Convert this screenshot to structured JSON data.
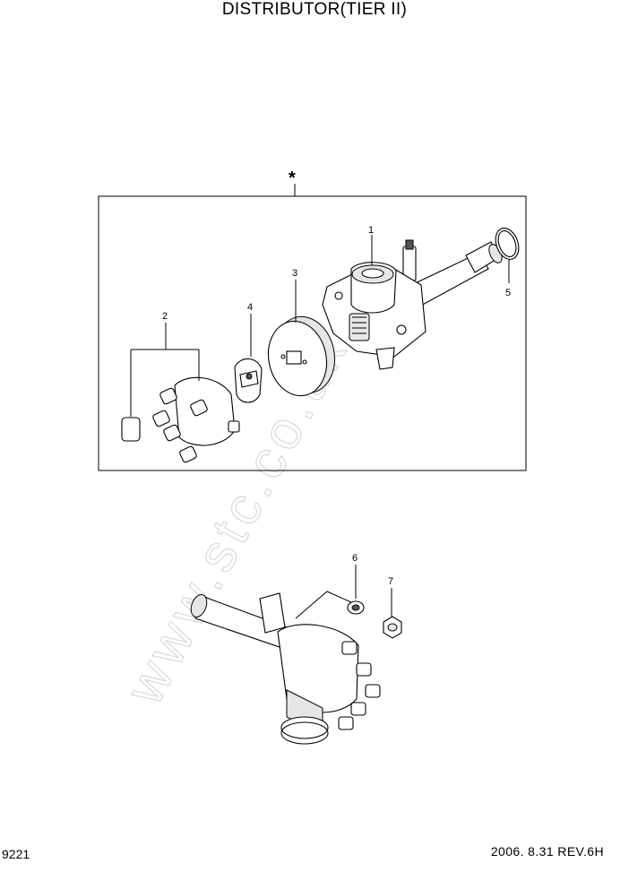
{
  "header": {
    "title": "DISTRIBUTOR(TIER II)"
  },
  "footer": {
    "page_code": "9221",
    "revision": "2006. 8.31  REV.6H"
  },
  "assembly_marker": "*",
  "callouts": [
    "1",
    "2",
    "3",
    "4",
    "5",
    "6",
    "7"
  ],
  "watermark": "www.stc.co.uk"
}
